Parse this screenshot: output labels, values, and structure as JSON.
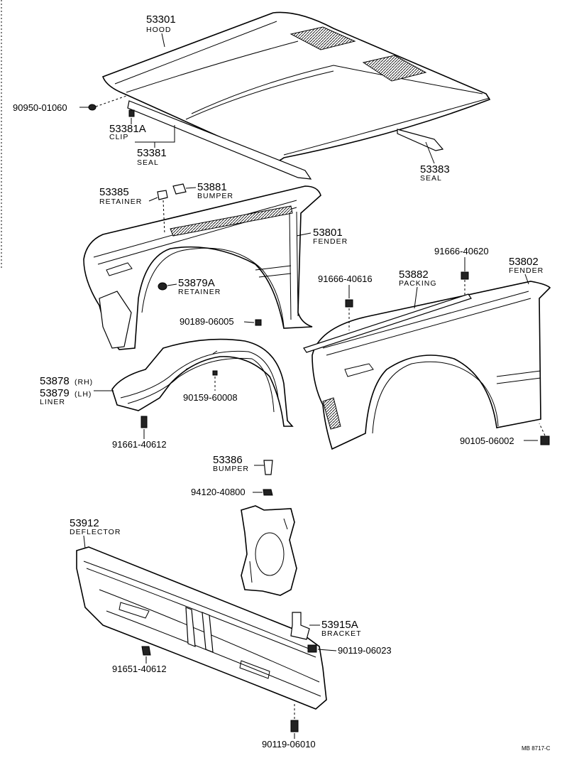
{
  "parts": {
    "hood": {
      "number": "53301",
      "name": "HOOD"
    },
    "clip": {
      "number": "53381A",
      "name": "CLIP"
    },
    "seal_front": {
      "number": "53381",
      "name": "SEAL"
    },
    "seal_rear": {
      "number": "53383",
      "name": "SEAL"
    },
    "retainer_fender": {
      "number": "53385",
      "name": "RETAINER"
    },
    "bumper_fender": {
      "number": "53881",
      "name": "BUMPER"
    },
    "fender_rh": {
      "number": "53801",
      "name": "FENDER"
    },
    "fender_lh": {
      "number": "53802",
      "name": "FENDER"
    },
    "retainer_wheel": {
      "number": "53879A",
      "name": "RETAINER"
    },
    "packing": {
      "number": "53882",
      "name": "PACKING"
    },
    "liner_rh": {
      "number": "53878",
      "suffix": "(RH)"
    },
    "liner_lh": {
      "number": "53879",
      "suffix": "(LH)",
      "name": "LINER"
    },
    "bumper_small": {
      "number": "53386",
      "name": "BUMPER"
    },
    "deflector": {
      "number": "53912",
      "name": "DEFLECTOR"
    },
    "bracket": {
      "number": "53915A",
      "name": "BRACKET"
    }
  },
  "codes": {
    "c1": "90950-01060",
    "c2": "91666-40620",
    "c3": "91666-40616",
    "c4": "90189-06005",
    "c5": "90159-60008",
    "c6": "91661-40612",
    "c7": "90105-06002",
    "c8": "94120-40800",
    "c9": "90119-06023",
    "c10": "91651-40612",
    "c11": "90119-06010"
  },
  "footer_ref": "MB 8717-C"
}
